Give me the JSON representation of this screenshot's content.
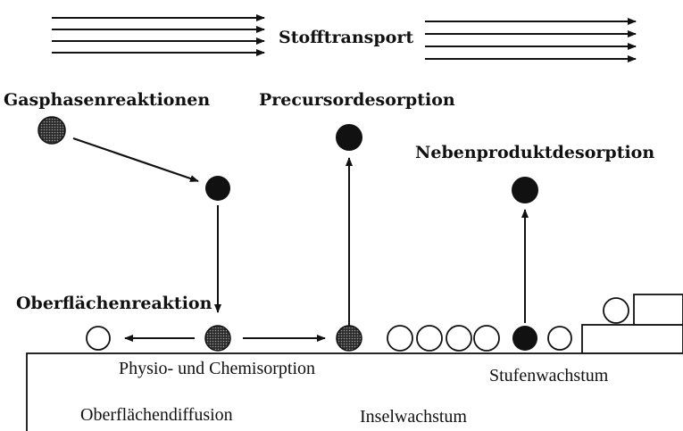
{
  "labels": {
    "transport": "Stofftransport",
    "gas_phase_reactions": "Gasphasenreaktionen",
    "precursor_desorption": "Precursordesorption",
    "byproduct_desorption": "Nebenproduktdesorption",
    "surface_reaction": "Oberflächenreaktion",
    "physi_chemisorption": "Physio- und Chemisorption",
    "surface_diffusion": "Oberflächendiffusion",
    "island_growth": "Inselwachstum",
    "step_growth": "Stufenwachstum"
  },
  "colors": {
    "ink": "#111111",
    "hatched_fill": "#555555",
    "background": "#ffffff"
  }
}
